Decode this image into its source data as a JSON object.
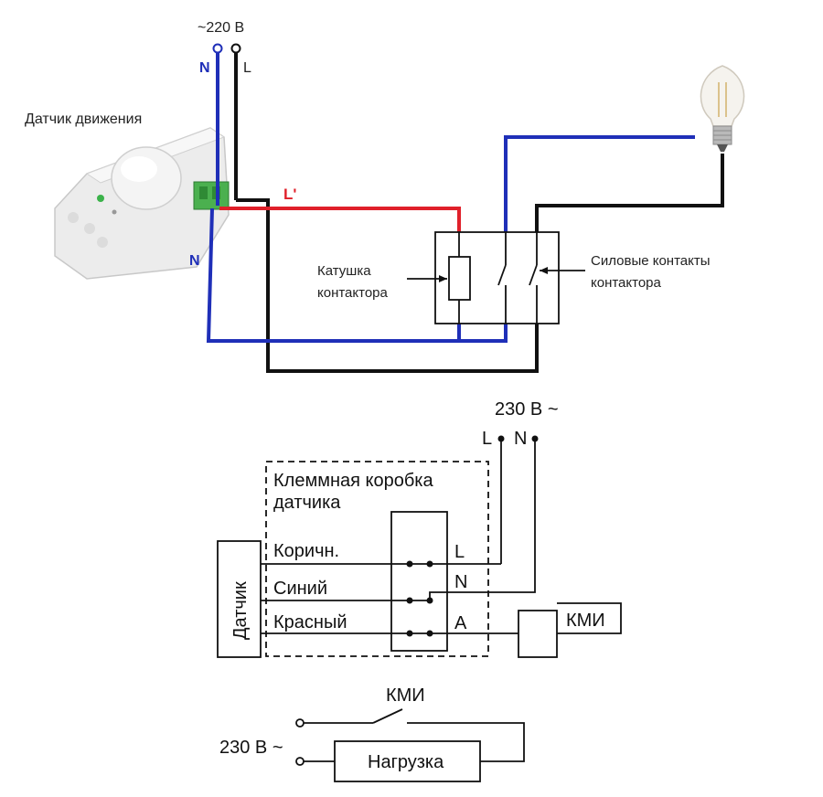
{
  "top_diagram": {
    "supply_label": "~220 В",
    "terminal_n": "N",
    "terminal_l": "L",
    "sensor_title": "Датчик движения",
    "l_prime_label": "L'",
    "n_label_lower": "N",
    "coil_label_line1": "Катушка",
    "coil_label_line2": "контактора",
    "contacts_label_line1": "Силовые контакты",
    "contacts_label_line2": "контактора"
  },
  "bottom_diagram": {
    "supply_label": "230 В ~",
    "terminal_l": "L",
    "terminal_n": "N",
    "junction_box_line1": "Клеммная коробка",
    "junction_box_line2": "датчика",
    "sensor_label": "Датчик",
    "wire_brown": "Коричн.",
    "wire_blue": "Синий",
    "wire_red": "Красный",
    "term_l": "L",
    "term_n": "N",
    "term_a": "A",
    "kmi_coil": "КМИ"
  },
  "load_diagram": {
    "kmi_switch": "КМИ",
    "supply_label": "230 В ~",
    "load_label": "Нагрузка"
  },
  "colors": {
    "neutral_wire": "#1f2fb8",
    "phase_wire": "#111111",
    "switched_wire": "#e0202a"
  }
}
